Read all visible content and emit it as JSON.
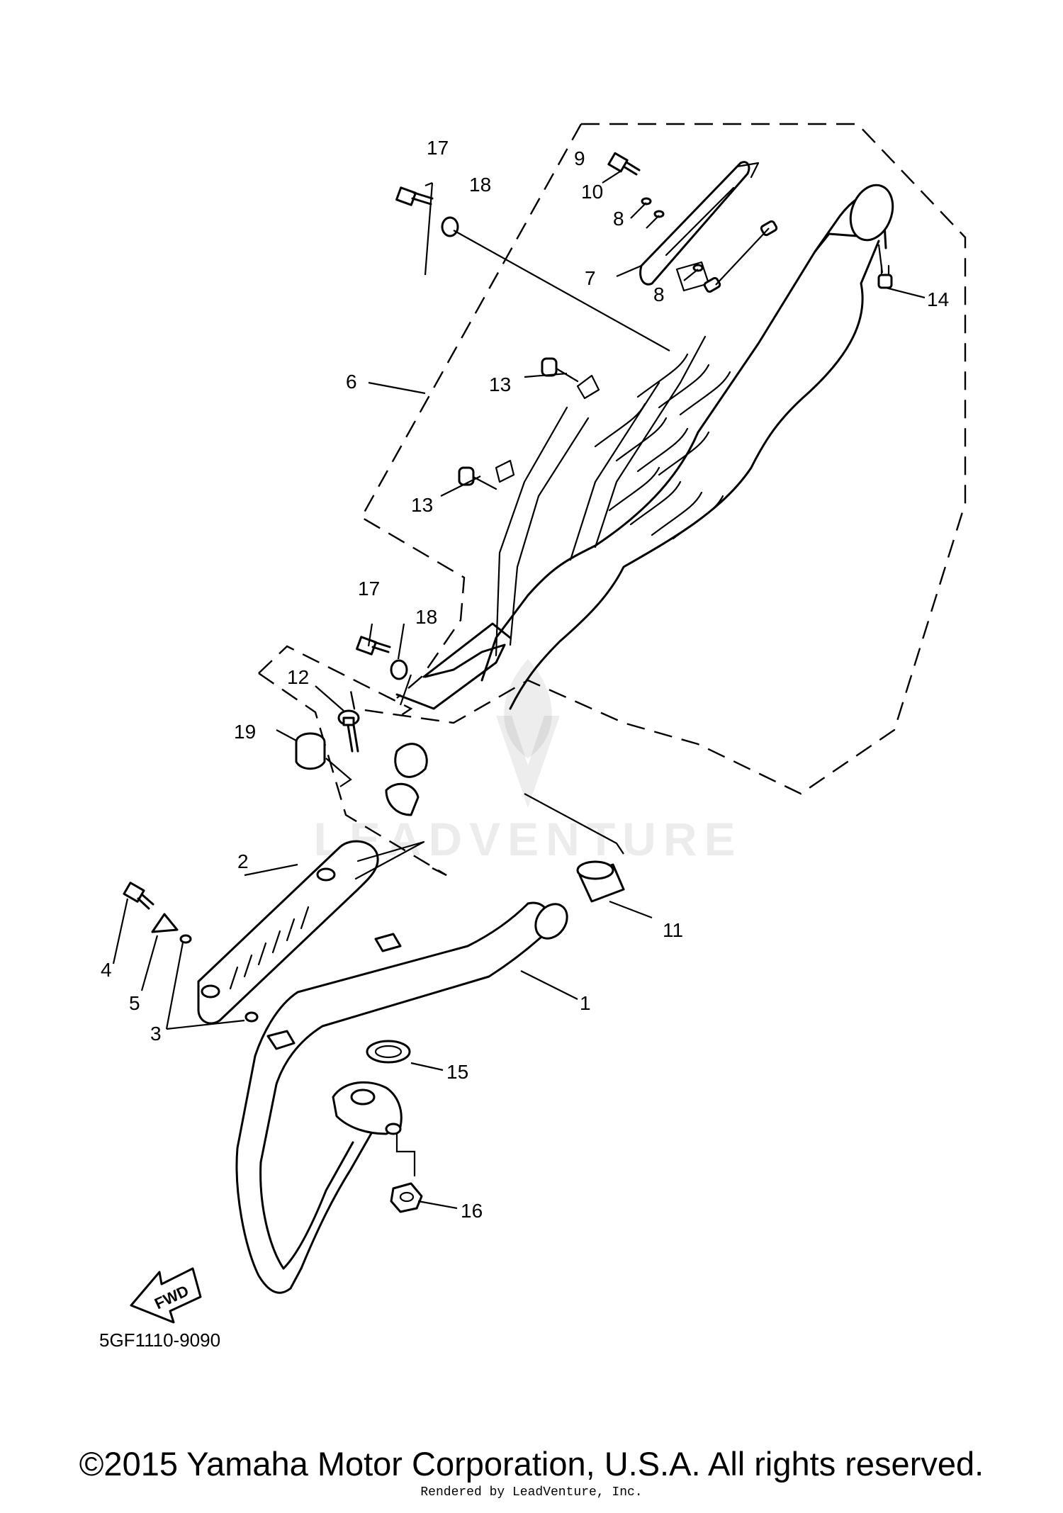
{
  "diagram": {
    "callouts": {
      "c1": "1",
      "c2": "2",
      "c3": "3",
      "c4": "4",
      "c5": "5",
      "c6": "6",
      "c7": "7",
      "c8a": "8",
      "c8b": "8",
      "c9": "9",
      "c10": "10",
      "c11": "11",
      "c12": "12",
      "c13a": "13",
      "c13b": "13",
      "c14": "14",
      "c15": "15",
      "c16": "16",
      "c17a": "17",
      "c17b": "17",
      "c18a": "18",
      "c18b": "18",
      "c19": "19"
    },
    "fwd_label": "FWD",
    "part_code": "5GF1110-9090",
    "watermark": "LEADVENTURE"
  },
  "footer": {
    "copyright": "©2015 Yamaha Motor Corporation, U.S.A. All rights reserved.",
    "rendered_by": "Rendered by LeadVenture, Inc."
  }
}
